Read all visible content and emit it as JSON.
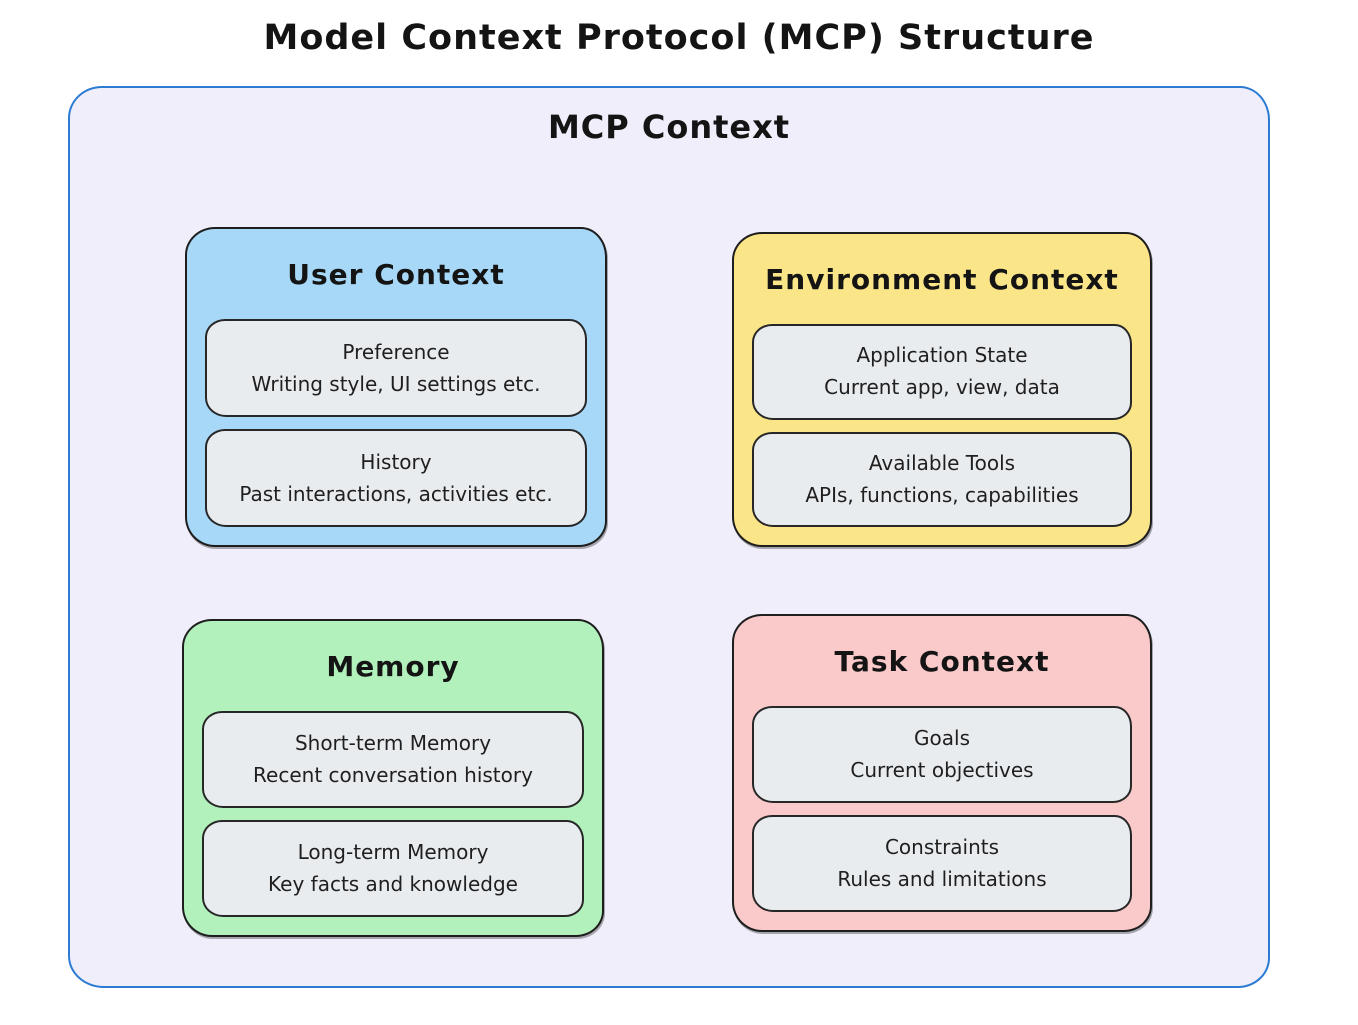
{
  "page_title": "Model Context Protocol (MCP) Structure",
  "container": {
    "label": "MCP Context",
    "fill": "#f0eefa",
    "border_color": "#2b7bd3"
  },
  "colors": {
    "sub_box_fill": "#e9ecef",
    "stroke": "#1e1e1e",
    "text": "#1a1a1a"
  },
  "boxes": [
    {
      "title": "User Context",
      "fill": "#a8d8f7",
      "items": [
        {
          "line1": "Preference",
          "line2": "Writing style, UI settings etc."
        },
        {
          "line1": "History",
          "line2": "Past interactions, activities etc."
        }
      ]
    },
    {
      "title": "Environment Context",
      "fill": "#fae588",
      "items": [
        {
          "line1": "Application State",
          "line2": "Current app, view, data"
        },
        {
          "line1": "Available Tools",
          "line2": "APIs, functions, capabilities"
        }
      ]
    },
    {
      "title": "Memory",
      "fill": "#b2f0bc",
      "items": [
        {
          "line1": "Short-term Memory",
          "line2": "Recent conversation history"
        },
        {
          "line1": "Long-term Memory",
          "line2": "Key facts and knowledge"
        }
      ]
    },
    {
      "title": "Task Context",
      "fill": "#fac9c9",
      "items": [
        {
          "line1": "Goals",
          "line2": "Current objectives"
        },
        {
          "line1": "Constraints",
          "line2": "Rules and limitations"
        }
      ]
    }
  ]
}
